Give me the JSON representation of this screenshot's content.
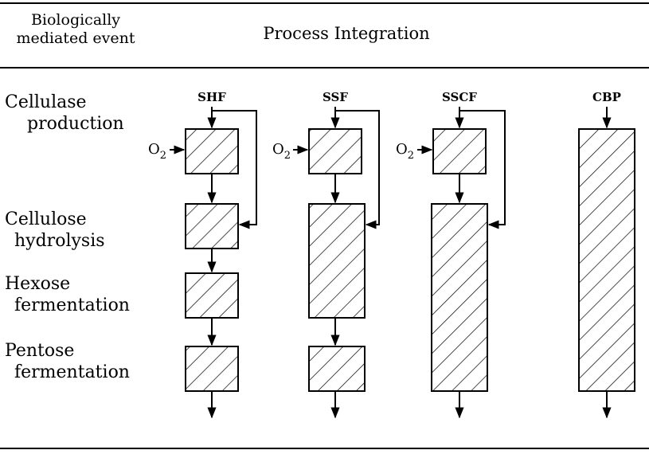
{
  "header": {
    "left_line1": "Biologically",
    "left_line2": "mediated event",
    "title": "Process Integration"
  },
  "events": [
    {
      "line1": "Cellulase",
      "line2": "production"
    },
    {
      "line1": "Cellulose",
      "line2": "hydrolysis"
    },
    {
      "line1": "Hexose",
      "line2": "fermentation"
    },
    {
      "line1": "Pentose",
      "line2": "fermentation"
    }
  ],
  "processes": [
    "SHF",
    "SSF",
    "SSCF",
    "CBP"
  ],
  "oxygen": {
    "symbol": "O",
    "subscript": "2"
  }
}
